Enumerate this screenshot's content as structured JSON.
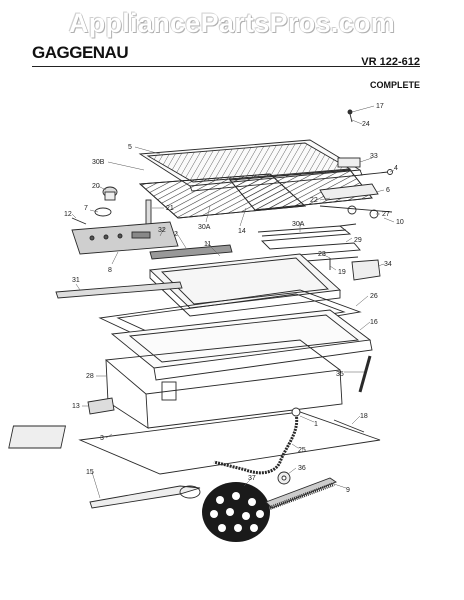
{
  "watermark": "AppliancePartsPros.com",
  "brand": "GAGGENAU",
  "model": "VR 122-612",
  "assembly": "COMPLETE",
  "callouts": {
    "c17": "17",
    "c24": "24",
    "c5": "5",
    "c30b": "30B",
    "c33": "33",
    "c4": "4",
    "c20": "20",
    "c6": "6",
    "c22": "22",
    "c21": "21",
    "c7": "7",
    "c12": "12",
    "c27": "27",
    "c10": "10",
    "c30a_left": "30A",
    "c14": "14",
    "c30a_right": "30A",
    "c32": "32",
    "c2": "2",
    "c11": "11",
    "c29": "29",
    "c8": "8",
    "c23": "23",
    "c19": "19",
    "c34": "34",
    "c31": "31",
    "c26": "26",
    "c16": "16",
    "c35": "35",
    "c28": "28",
    "c13": "13",
    "c1": "1",
    "c18": "18",
    "c3": "3",
    "c25": "25",
    "c15": "15",
    "c37": "37",
    "c36": "36",
    "c9": "9"
  }
}
